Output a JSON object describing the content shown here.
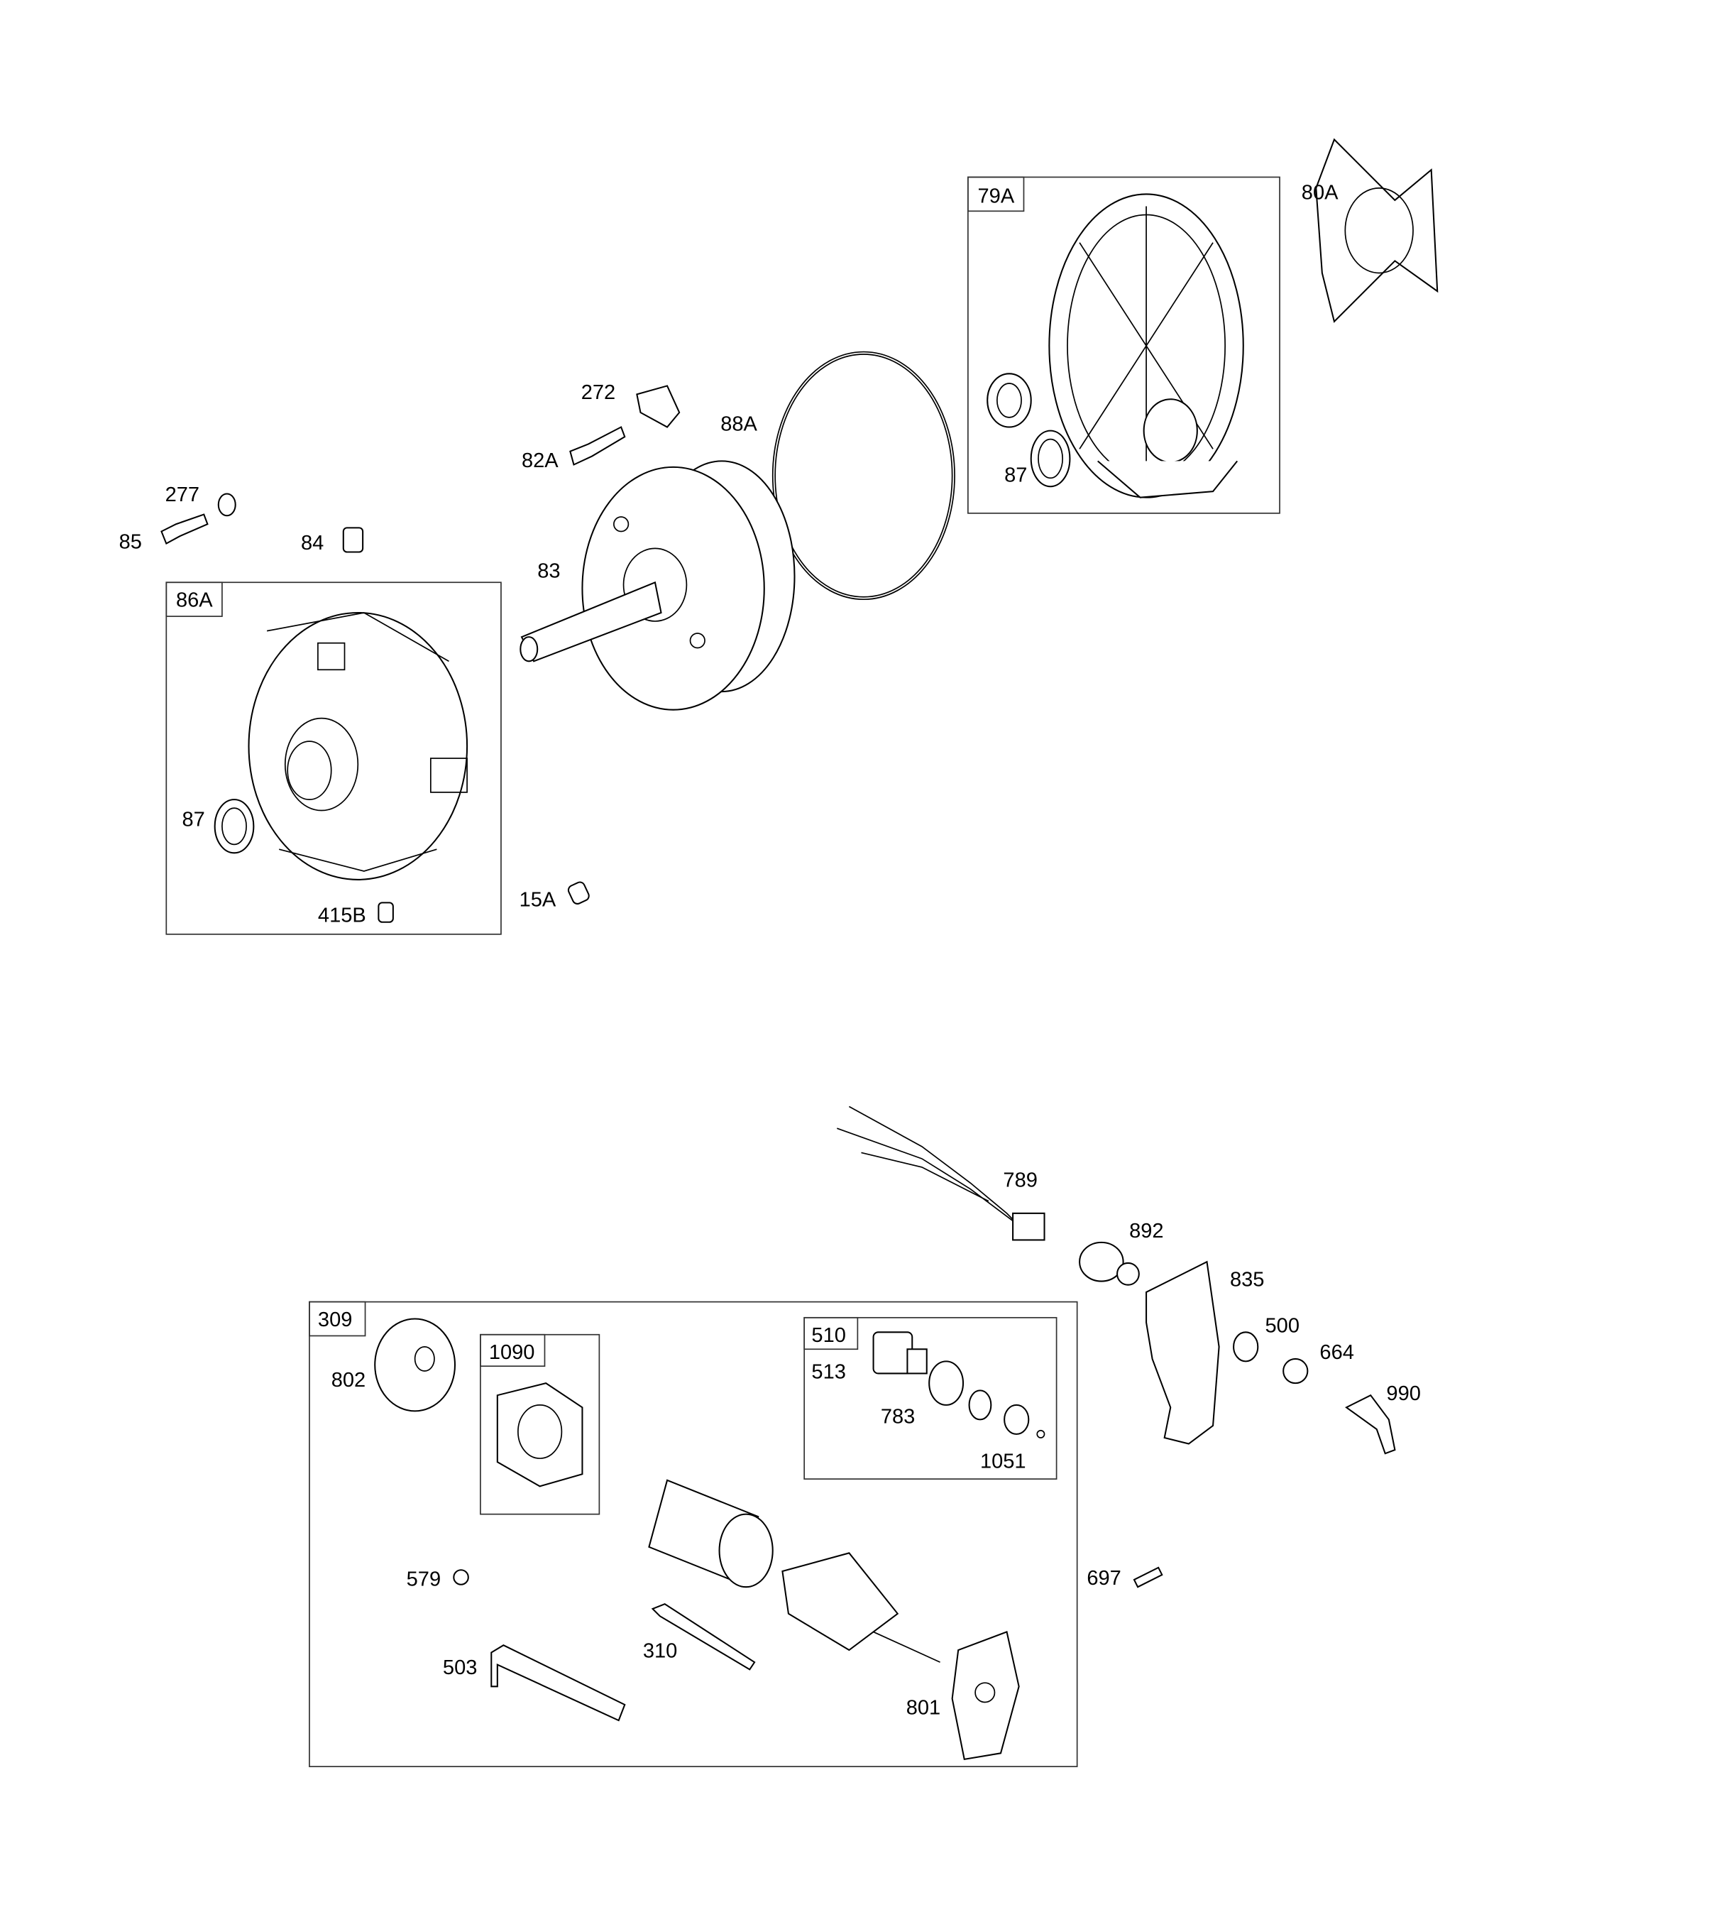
{
  "diagram": {
    "upper_group": {
      "callouts": [
        "277",
        "85",
        "84",
        "272",
        "82A",
        "88A",
        "83",
        "87",
        "415B",
        "15A",
        "80A"
      ],
      "box_79A": {
        "label": "79A",
        "callouts": [
          "87"
        ]
      },
      "box_86A": {
        "label": "86A",
        "callouts": [
          "87",
          "415B"
        ]
      }
    },
    "lower_group": {
      "callouts": [
        "789",
        "892",
        "835",
        "500",
        "664",
        "990",
        "697"
      ],
      "box_309": {
        "label": "309",
        "callouts": [
          "802",
          "579",
          "310",
          "503",
          "801"
        ],
        "box_1090": {
          "label": "1090"
        },
        "box_510": {
          "label": "510",
          "callouts": [
            "513",
            "783",
            "1051"
          ]
        }
      }
    }
  }
}
